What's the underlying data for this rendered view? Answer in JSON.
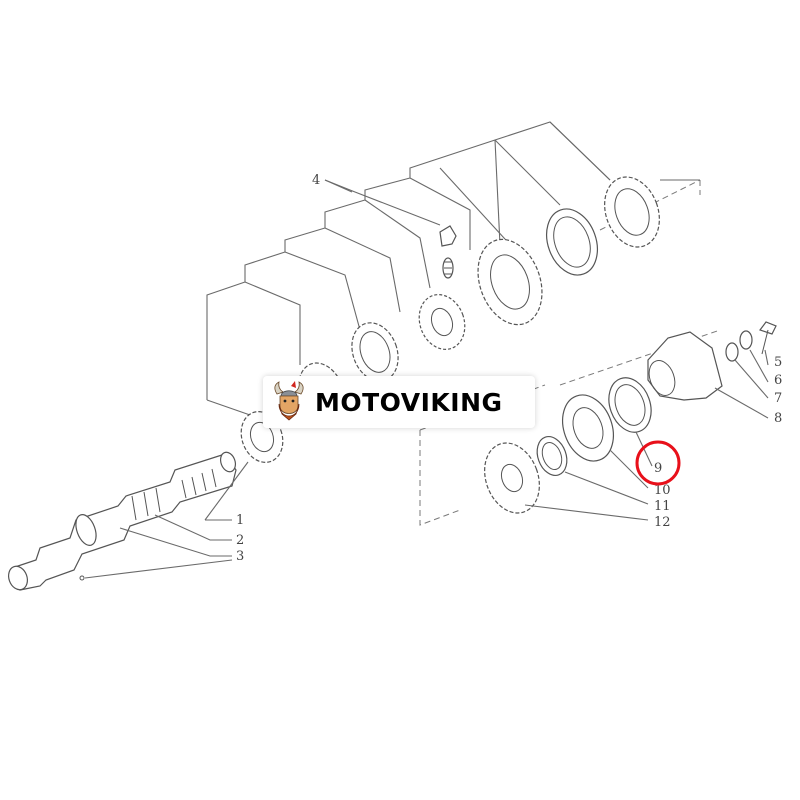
{
  "brand": {
    "name": "MOTOVIKING",
    "logo_icon": "viking-head-icon"
  },
  "diagram": {
    "callouts": [
      "1",
      "2",
      "3",
      "4",
      "5",
      "6",
      "7",
      "8",
      "9",
      "10",
      "11",
      "12"
    ],
    "highlighted_callout": "9",
    "highlight_color": "#e8101a"
  }
}
